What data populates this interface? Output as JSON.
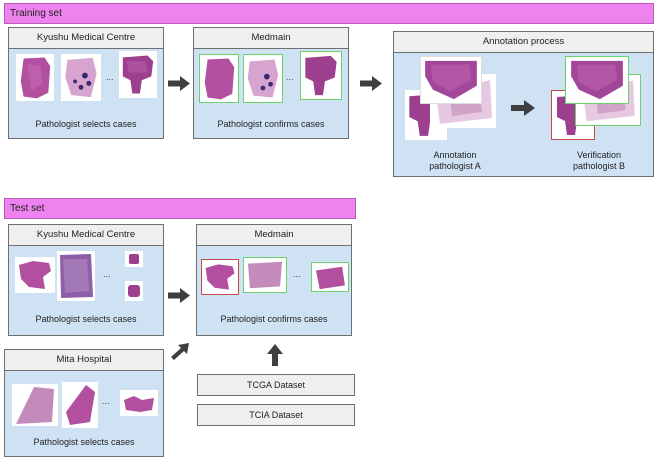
{
  "training": {
    "banner": "Training set",
    "kyushu": {
      "title": "Kyushu Medical Centre",
      "caption": "Pathologist selects cases",
      "ellipsis": "..."
    },
    "medmain": {
      "title": "Medmain",
      "caption": "Pathologist confirms cases",
      "ellipsis": "..."
    },
    "annotation": {
      "title": "Annotation process",
      "left_caption_1": "Annotation",
      "left_caption_2": "pathologist A",
      "right_caption_1": "Verification",
      "right_caption_2": "pathologist B"
    }
  },
  "test": {
    "banner": "Test set",
    "kyushu": {
      "title": "Kyushu Medical Centre",
      "caption": "Pathologist selects cases",
      "ellipsis": "..."
    },
    "medmain": {
      "title": "Medmain",
      "caption": "Pathologist confirms cases",
      "ellipsis": "..."
    },
    "mita": {
      "title": "Mita Hospital",
      "caption": "Pathologist selects cases",
      "ellipsis": "..."
    },
    "tcga": "TCGA Dataset",
    "tcia": "TCIA Dataset"
  },
  "colors": {
    "banner": "#ee82ee",
    "panel": "#cfe2f3",
    "header": "#efefef",
    "accept_border": "#6ad46a",
    "reject_border": "#c44a4a",
    "tissue": "#b24f9e",
    "arrow": "#3f3f3f"
  },
  "icons": {
    "arrow": "right-arrow-icon",
    "up_arrow": "up-arrow-icon"
  }
}
